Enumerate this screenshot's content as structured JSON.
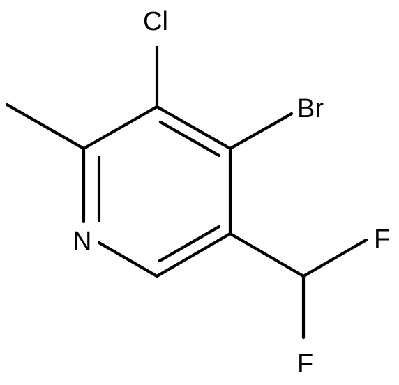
{
  "molecule": {
    "atom_labels": {
      "cl": "Cl",
      "br": "Br",
      "n": "N",
      "f_upper": "F",
      "f_lower": "F"
    },
    "bond_color": "#000000",
    "label_color": "#000000",
    "background": "#ffffff"
  }
}
